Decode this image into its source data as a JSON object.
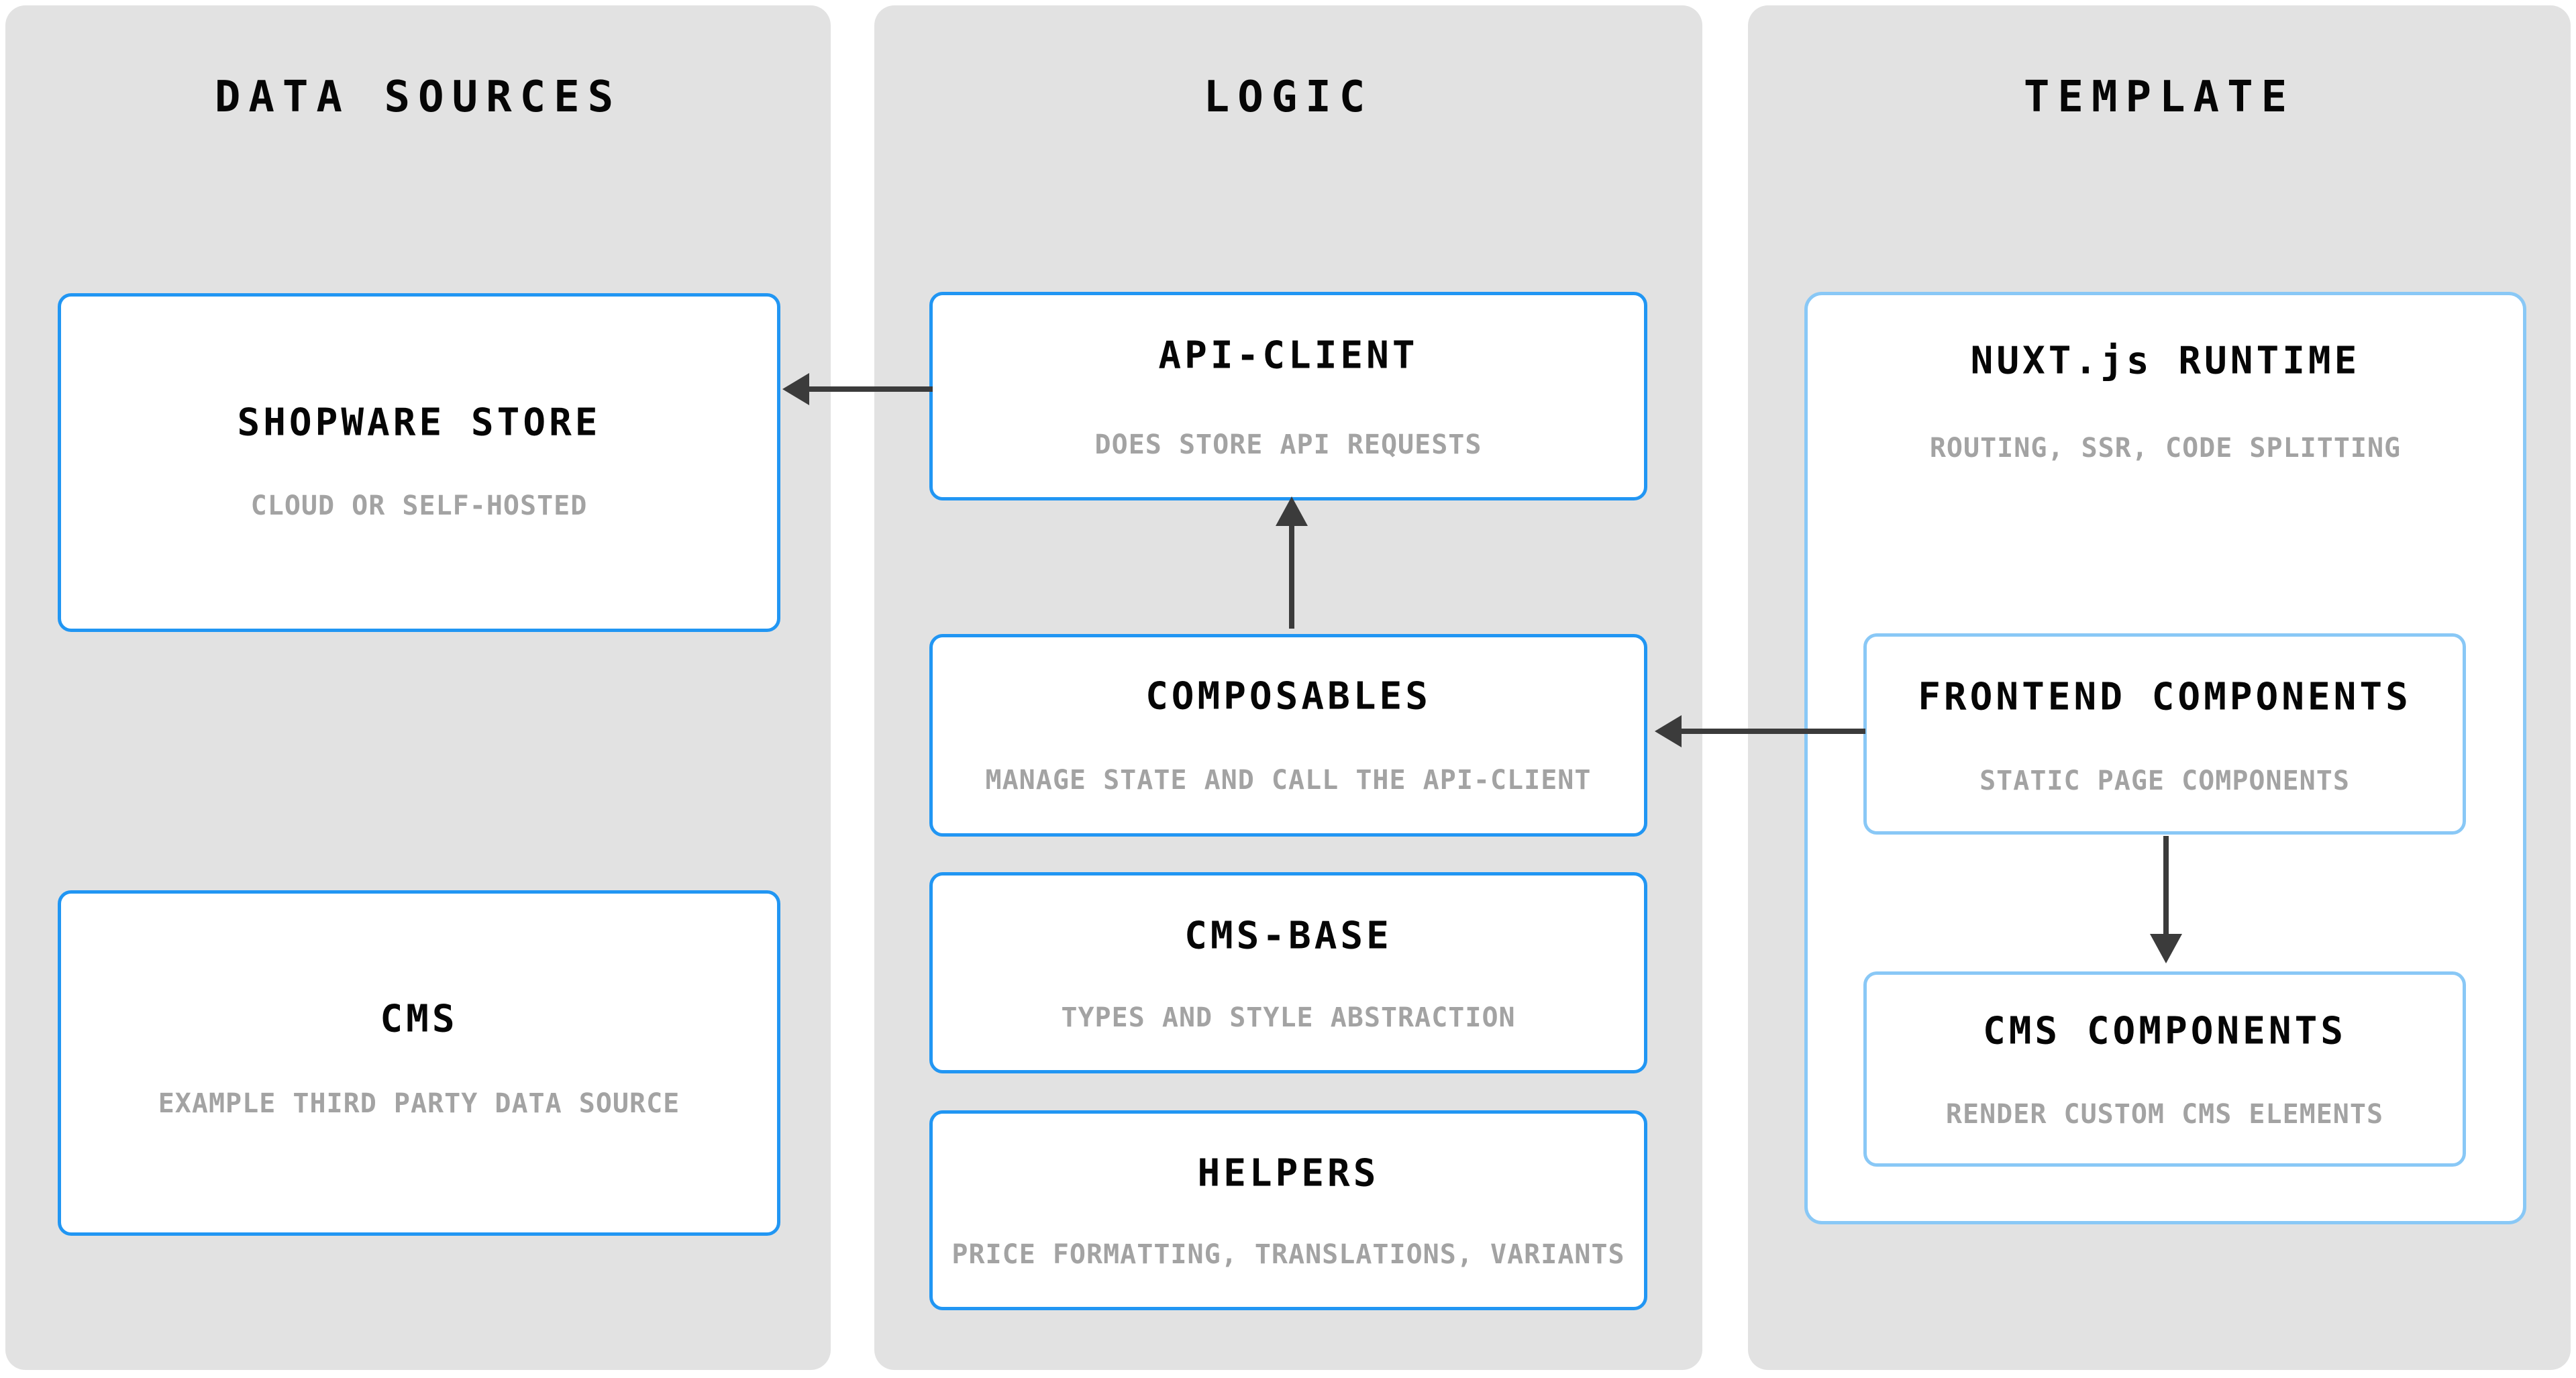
{
  "diagram": {
    "columns": [
      {
        "title": "DATA SOURCES",
        "boxes": [
          {
            "title": "SHOPWARE STORE",
            "subtitle": "CLOUD OR SELF-HOSTED"
          },
          {
            "title": "CMS",
            "subtitle": "EXAMPLE THIRD PARTY DATA SOURCE"
          }
        ]
      },
      {
        "title": "LOGIC",
        "boxes": [
          {
            "title": "API-CLIENT",
            "subtitle": "DOES STORE API REQUESTS"
          },
          {
            "title": "COMPOSABLES",
            "subtitle": "MANAGE STATE AND CALL THE API-CLIENT"
          },
          {
            "title": "CMS-BASE",
            "subtitle": "TYPES AND STYLE ABSTRACTION"
          },
          {
            "title": "HELPERS",
            "subtitle": "PRICE FORMATTING, TRANSLATIONS, VARIANTS"
          }
        ]
      },
      {
        "title": "TEMPLATE",
        "runtime_box": {
          "title": "NUXT.js RUNTIME",
          "subtitle": "ROUTING, SSR, CODE SPLITTING",
          "children": [
            {
              "title": "FRONTEND COMPONENTS",
              "subtitle": "STATIC PAGE COMPONENTS"
            },
            {
              "title": "CMS COMPONENTS",
              "subtitle": "RENDER CUSTOM CMS ELEMENTS"
            }
          ]
        }
      }
    ],
    "arrows": [
      {
        "from": "API-CLIENT",
        "to": "SHOPWARE STORE",
        "direction": "left"
      },
      {
        "from": "COMPOSABLES",
        "to": "API-CLIENT",
        "direction": "up"
      },
      {
        "from": "FRONTEND COMPONENTS",
        "to": "COMPOSABLES",
        "direction": "left"
      },
      {
        "from": "FRONTEND COMPONENTS",
        "to": "CMS COMPONENTS",
        "direction": "down"
      }
    ],
    "colors": {
      "page_bg": "#ffffff",
      "panel_bg": "#e2e2e2",
      "box_bg": "#ffffff",
      "box_border_strong": "#2196f3",
      "box_border_light": "#89c8f6",
      "title_text": "#060606",
      "subtitle_text": "#a3a3a3",
      "arrow": "#3b3b3b"
    }
  }
}
